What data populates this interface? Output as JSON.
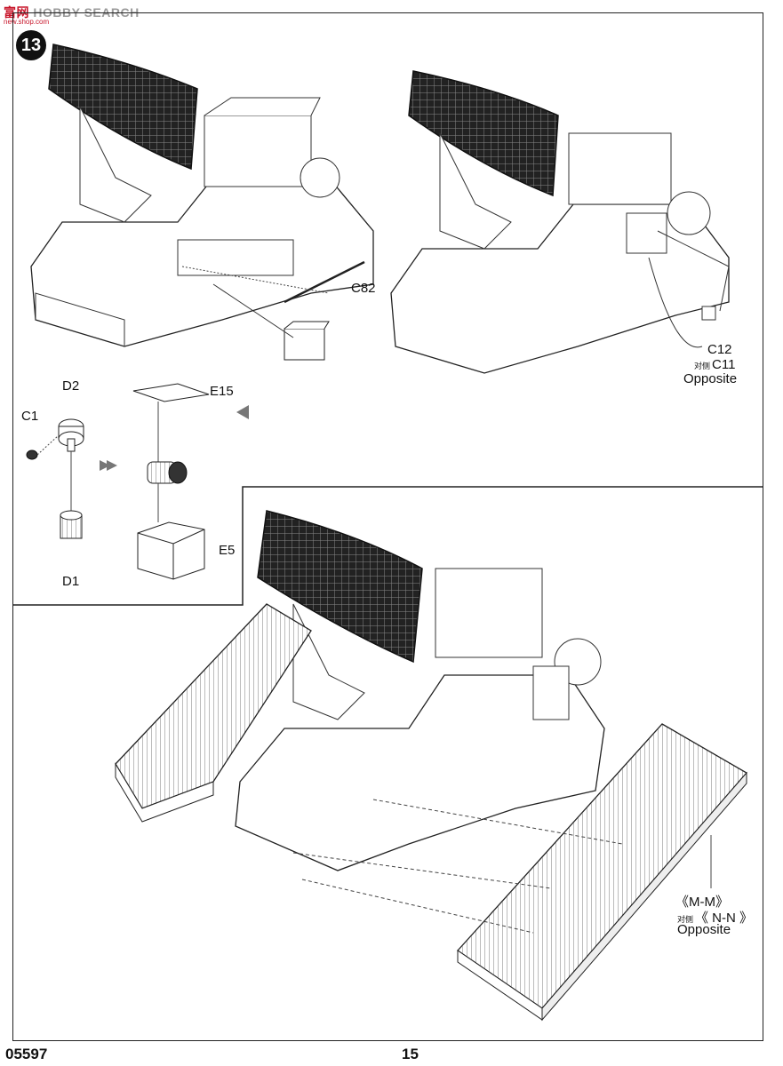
{
  "watermark": {
    "cn_text": "富",
    "cn_text2": "网",
    "en_text": "HOBBY SEARCH",
    "sub": "new.shop.com"
  },
  "step": {
    "number": "13"
  },
  "top_left": {
    "part_c82": "C82"
  },
  "top_right": {
    "part_c12": "C12",
    "cn_opposite": "对侧",
    "part_c11": "C11",
    "opposite": "Opposite"
  },
  "sub_assembly": {
    "d2": "D2",
    "c1": "C1",
    "d1": "D1",
    "e15": "E15",
    "e5": "E5"
  },
  "bottom": {
    "mm": "《M-M》",
    "cn_opposite": "对侧",
    "nn": "《 N-N 》",
    "opposite": "Opposite"
  },
  "footer": {
    "code": "05597",
    "page": "15"
  }
}
